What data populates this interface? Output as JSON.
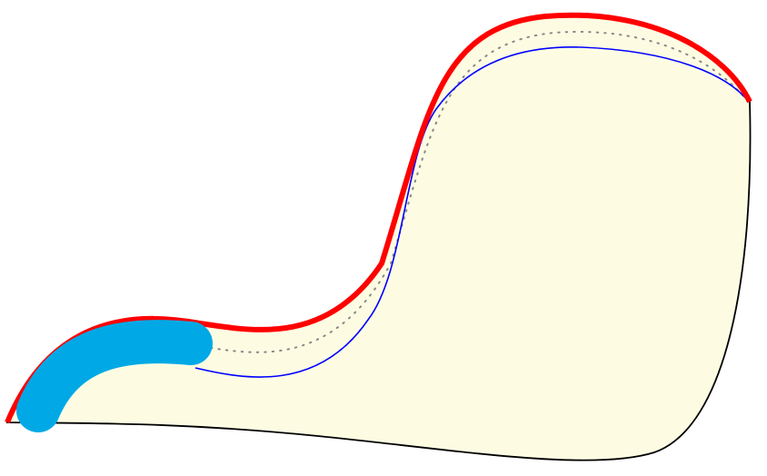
{
  "diagram": {
    "colors": {
      "background": "#ffffff",
      "region_fill": "#fdfce3",
      "region_outline": "#000000",
      "top_boundary": "#ff0000",
      "dotted_offset": "#888888",
      "inner_offset": "#0000ff",
      "highlight_segment": "#00a9e6"
    },
    "curves": [
      {
        "role": "region",
        "style": "filled, thin black outline"
      },
      {
        "role": "top-boundary",
        "style": "thick solid"
      },
      {
        "role": "dotted-offset-curve",
        "style": "dotted"
      },
      {
        "role": "inner-offset-curve",
        "style": "thin solid"
      },
      {
        "role": "highlight-segment",
        "style": "thick rounded stroke"
      }
    ]
  }
}
